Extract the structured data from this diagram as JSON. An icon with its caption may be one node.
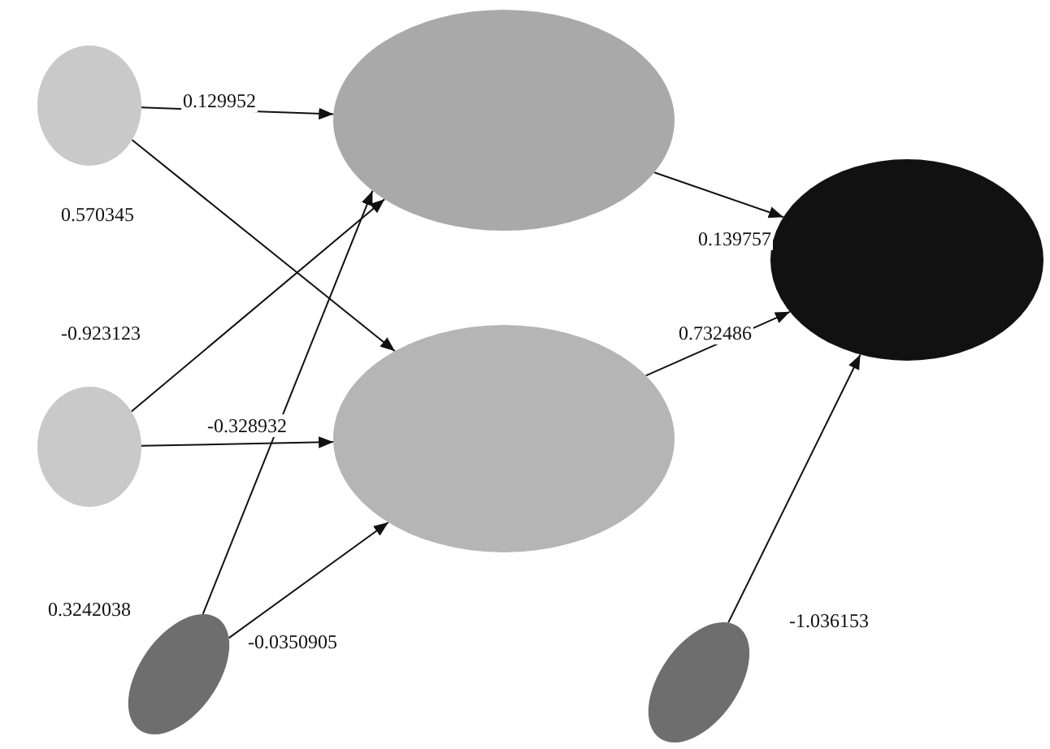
{
  "diagram": {
    "nodes": [
      {
        "text": [],
        "shape": "ellipse"
      },
      {
        "text": [],
        "shape": "ellipse"
      },
      {
        "text": [],
        "shape": "ellipse"
      },
      {
        "text": [],
        "shape": "ellipse"
      },
      {
        "text": [],
        "shape": "ellipse"
      },
      {
        "text": [],
        "shape": "ellipse"
      },
      {
        "text": [],
        "shape": "ellipse"
      }
    ],
    "edges": [
      {
        "from": 0,
        "to": 1,
        "arrow": "to",
        "label": "0.129952"
      },
      {
        "from": 0,
        "to": 4,
        "arrow": "to",
        "label": "0.570345"
      },
      {
        "from": 3,
        "to": 1,
        "arrow": "to",
        "label": "-0.923123"
      },
      {
        "from": 3,
        "to": 4,
        "arrow": "to",
        "label": "-0.328932"
      },
      {
        "from": 5,
        "to": 1,
        "arrow": "to",
        "label": "0.3242038"
      },
      {
        "from": 5,
        "to": 4,
        "arrow": "to",
        "label": "-0.0350905"
      },
      {
        "from": 1,
        "to": 2,
        "arrow": "to",
        "label": "0.139757"
      },
      {
        "from": 4,
        "to": 2,
        "arrow": "to",
        "label": "0.732486"
      },
      {
        "from": 6,
        "to": 2,
        "arrow": "to",
        "label": "-1.036153"
      }
    ]
  }
}
